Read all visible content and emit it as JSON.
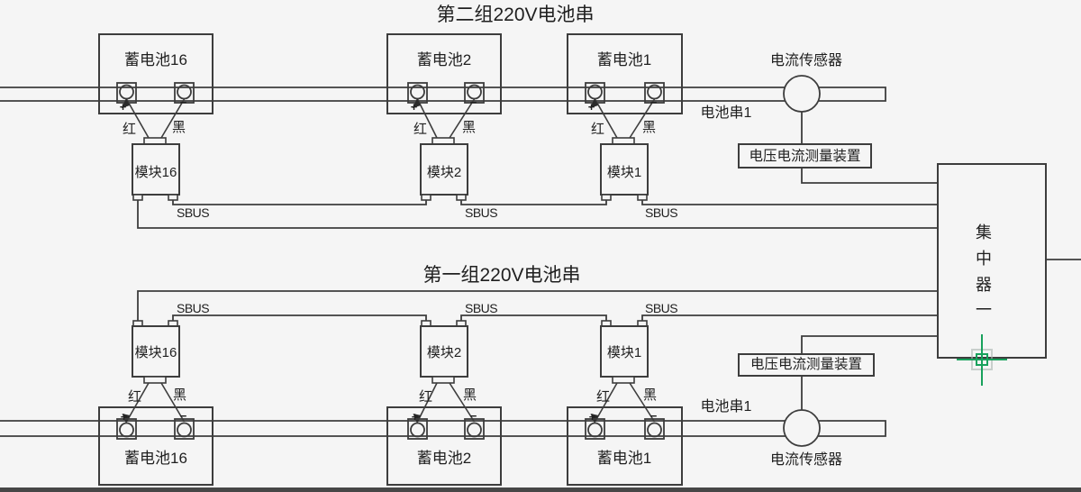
{
  "app": {
    "background": "#f5f5f5",
    "line_color": "#3d3d3d",
    "text_color": "#1f1f1f",
    "cursor_color": "#18a15c",
    "bottom_bar_color": "#474747"
  },
  "signs": {
    "plus": "+",
    "minus": "−"
  },
  "concentrator": {
    "label": "集中器一",
    "chars": [
      "集",
      "中",
      "器",
      "一"
    ]
  },
  "groups": [
    {
      "title": "第二组220V电池串",
      "sensor_label": "电流传感器",
      "string_label": "电池串1",
      "meter_label": "电压电流测量装置",
      "bus_label": "SBUS",
      "units": [
        {
          "battery": "蓄电池16",
          "module": "模块16",
          "red": "红",
          "black": "黑"
        },
        {
          "battery": "蓄电池2",
          "module": "模块2",
          "red": "红",
          "black": "黑"
        },
        {
          "battery": "蓄电池1",
          "module": "模块1",
          "red": "红",
          "black": "黑"
        }
      ]
    },
    {
      "title": "第一组220V电池串",
      "sensor_label": "电流传感器",
      "string_label": "电池串1",
      "meter_label": "电压电流测量装置",
      "bus_label": "SBUS",
      "units": [
        {
          "battery": "蓄电池16",
          "module": "模块16",
          "red": "红",
          "black": "黑"
        },
        {
          "battery": "蓄电池2",
          "module": "模块2",
          "red": "红",
          "black": "黑"
        },
        {
          "battery": "蓄电池1",
          "module": "模块1",
          "red": "红",
          "black": "黑"
        }
      ]
    }
  ]
}
